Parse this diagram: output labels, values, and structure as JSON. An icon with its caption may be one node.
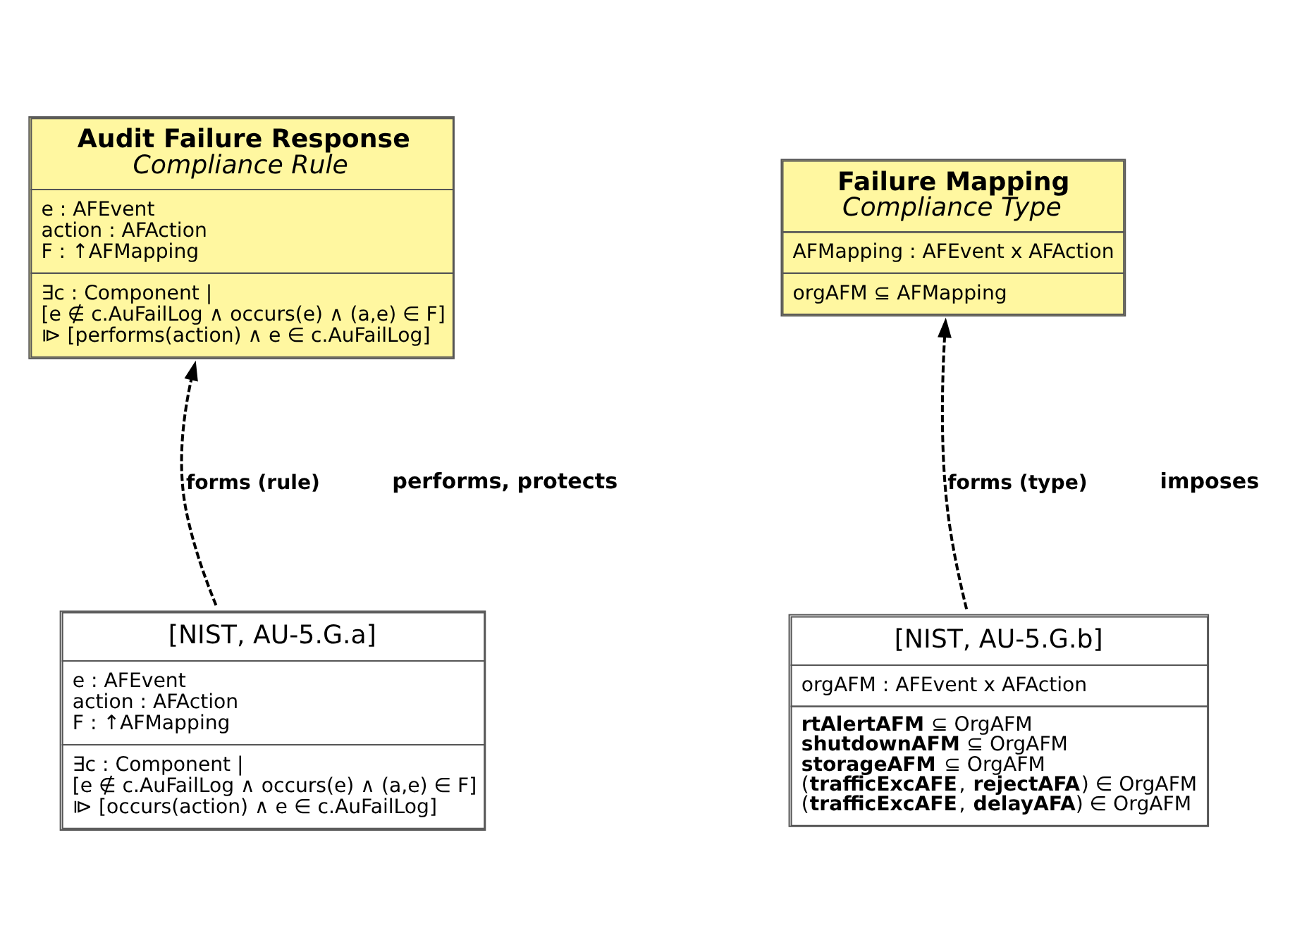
{
  "diagram": {
    "nodes": [
      {
        "text": [
          "Audit Failure Response",
          "Compliance Rule",
          "e : AFEvent action : AFAction F : ↑AFMapping",
          "∃c : Component | [e ∉ c.AuFailLog ∧ occurs(e) ∧ (a,e) ∈ F] ⧐ [performs(action) ∧ e ∈ c.AuFailLog]"
        ]
      },
      {
        "text": [
          "Failure Mapping",
          "Compliance Type",
          "AFMapping : AFEvent x AFAction",
          "orgAFM ⊆ AFMapping"
        ]
      },
      {
        "text": [
          "[NIST, AU-5.G.a]",
          "e : AFEvent action : AFAction F : ↑AFMapping",
          "∃c : Component | [e ∉ c.AuFailLog ∧ occurs(e) ∧ (a,e) ∈ F] ⧐ [occurs(action) ∧ e ∈ c.AuFailLog]"
        ]
      },
      {
        "text": [
          "[NIST, AU-5.G.b]",
          "orgAFM : AFEvent x AFAction",
          "**rtAlertAFM** ⊆ OrgAFM **shutdownAFM** ⊆ OrgAFM **storageAFM** ⊆ OrgAFM (**trafficExcAFE**, **rejectAFA**) ∈ OrgAFM (**trafficExcAFE**, **delayAFA**) ∈ OrgAFM"
        ]
      }
    ],
    "edges": [
      {
        "from": 2,
        "to": 0,
        "arrow": "to",
        "label": "forms (rule)",
        "style": "dashed"
      },
      {
        "from": 3,
        "to": 1,
        "arrow": "to",
        "label": "forms (type)",
        "style": "dashed"
      }
    ],
    "labels": [
      "performs, protects",
      "imposes"
    ]
  }
}
